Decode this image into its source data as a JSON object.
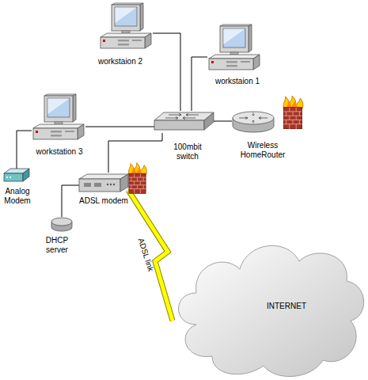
{
  "diagram": {
    "nodes": [
      {
        "text": [
          "workstaion 2"
        ]
      },
      {
        "text": [
          "workstaion 1"
        ]
      },
      {
        "text": [
          "workstation 3"
        ]
      },
      {
        "text": [
          "100mbit switch"
        ]
      },
      {
        "text": [
          "Wireless HomeRouter"
        ]
      },
      {
        "text": [
          "Analog Modem"
        ]
      },
      {
        "text": [
          "ADSL modem"
        ]
      },
      {
        "text": [
          "DHCP server"
        ]
      },
      {
        "text": [
          "INTERNET"
        ]
      }
    ],
    "edges": [
      {
        "from": 0,
        "to": 3,
        "arrow": "none"
      },
      {
        "from": 1,
        "to": 3,
        "arrow": "none"
      },
      {
        "from": 2,
        "to": 3,
        "arrow": "none"
      },
      {
        "from": 3,
        "to": 4,
        "arrow": "none"
      },
      {
        "from": 3,
        "to": 6,
        "arrow": "none"
      },
      {
        "from": 2,
        "to": 5,
        "arrow": "none"
      },
      {
        "from": 6,
        "to": 7,
        "arrow": "none"
      },
      {
        "from": 6,
        "to": 8,
        "label": "ADSL link",
        "arrow": "none"
      }
    ]
  }
}
